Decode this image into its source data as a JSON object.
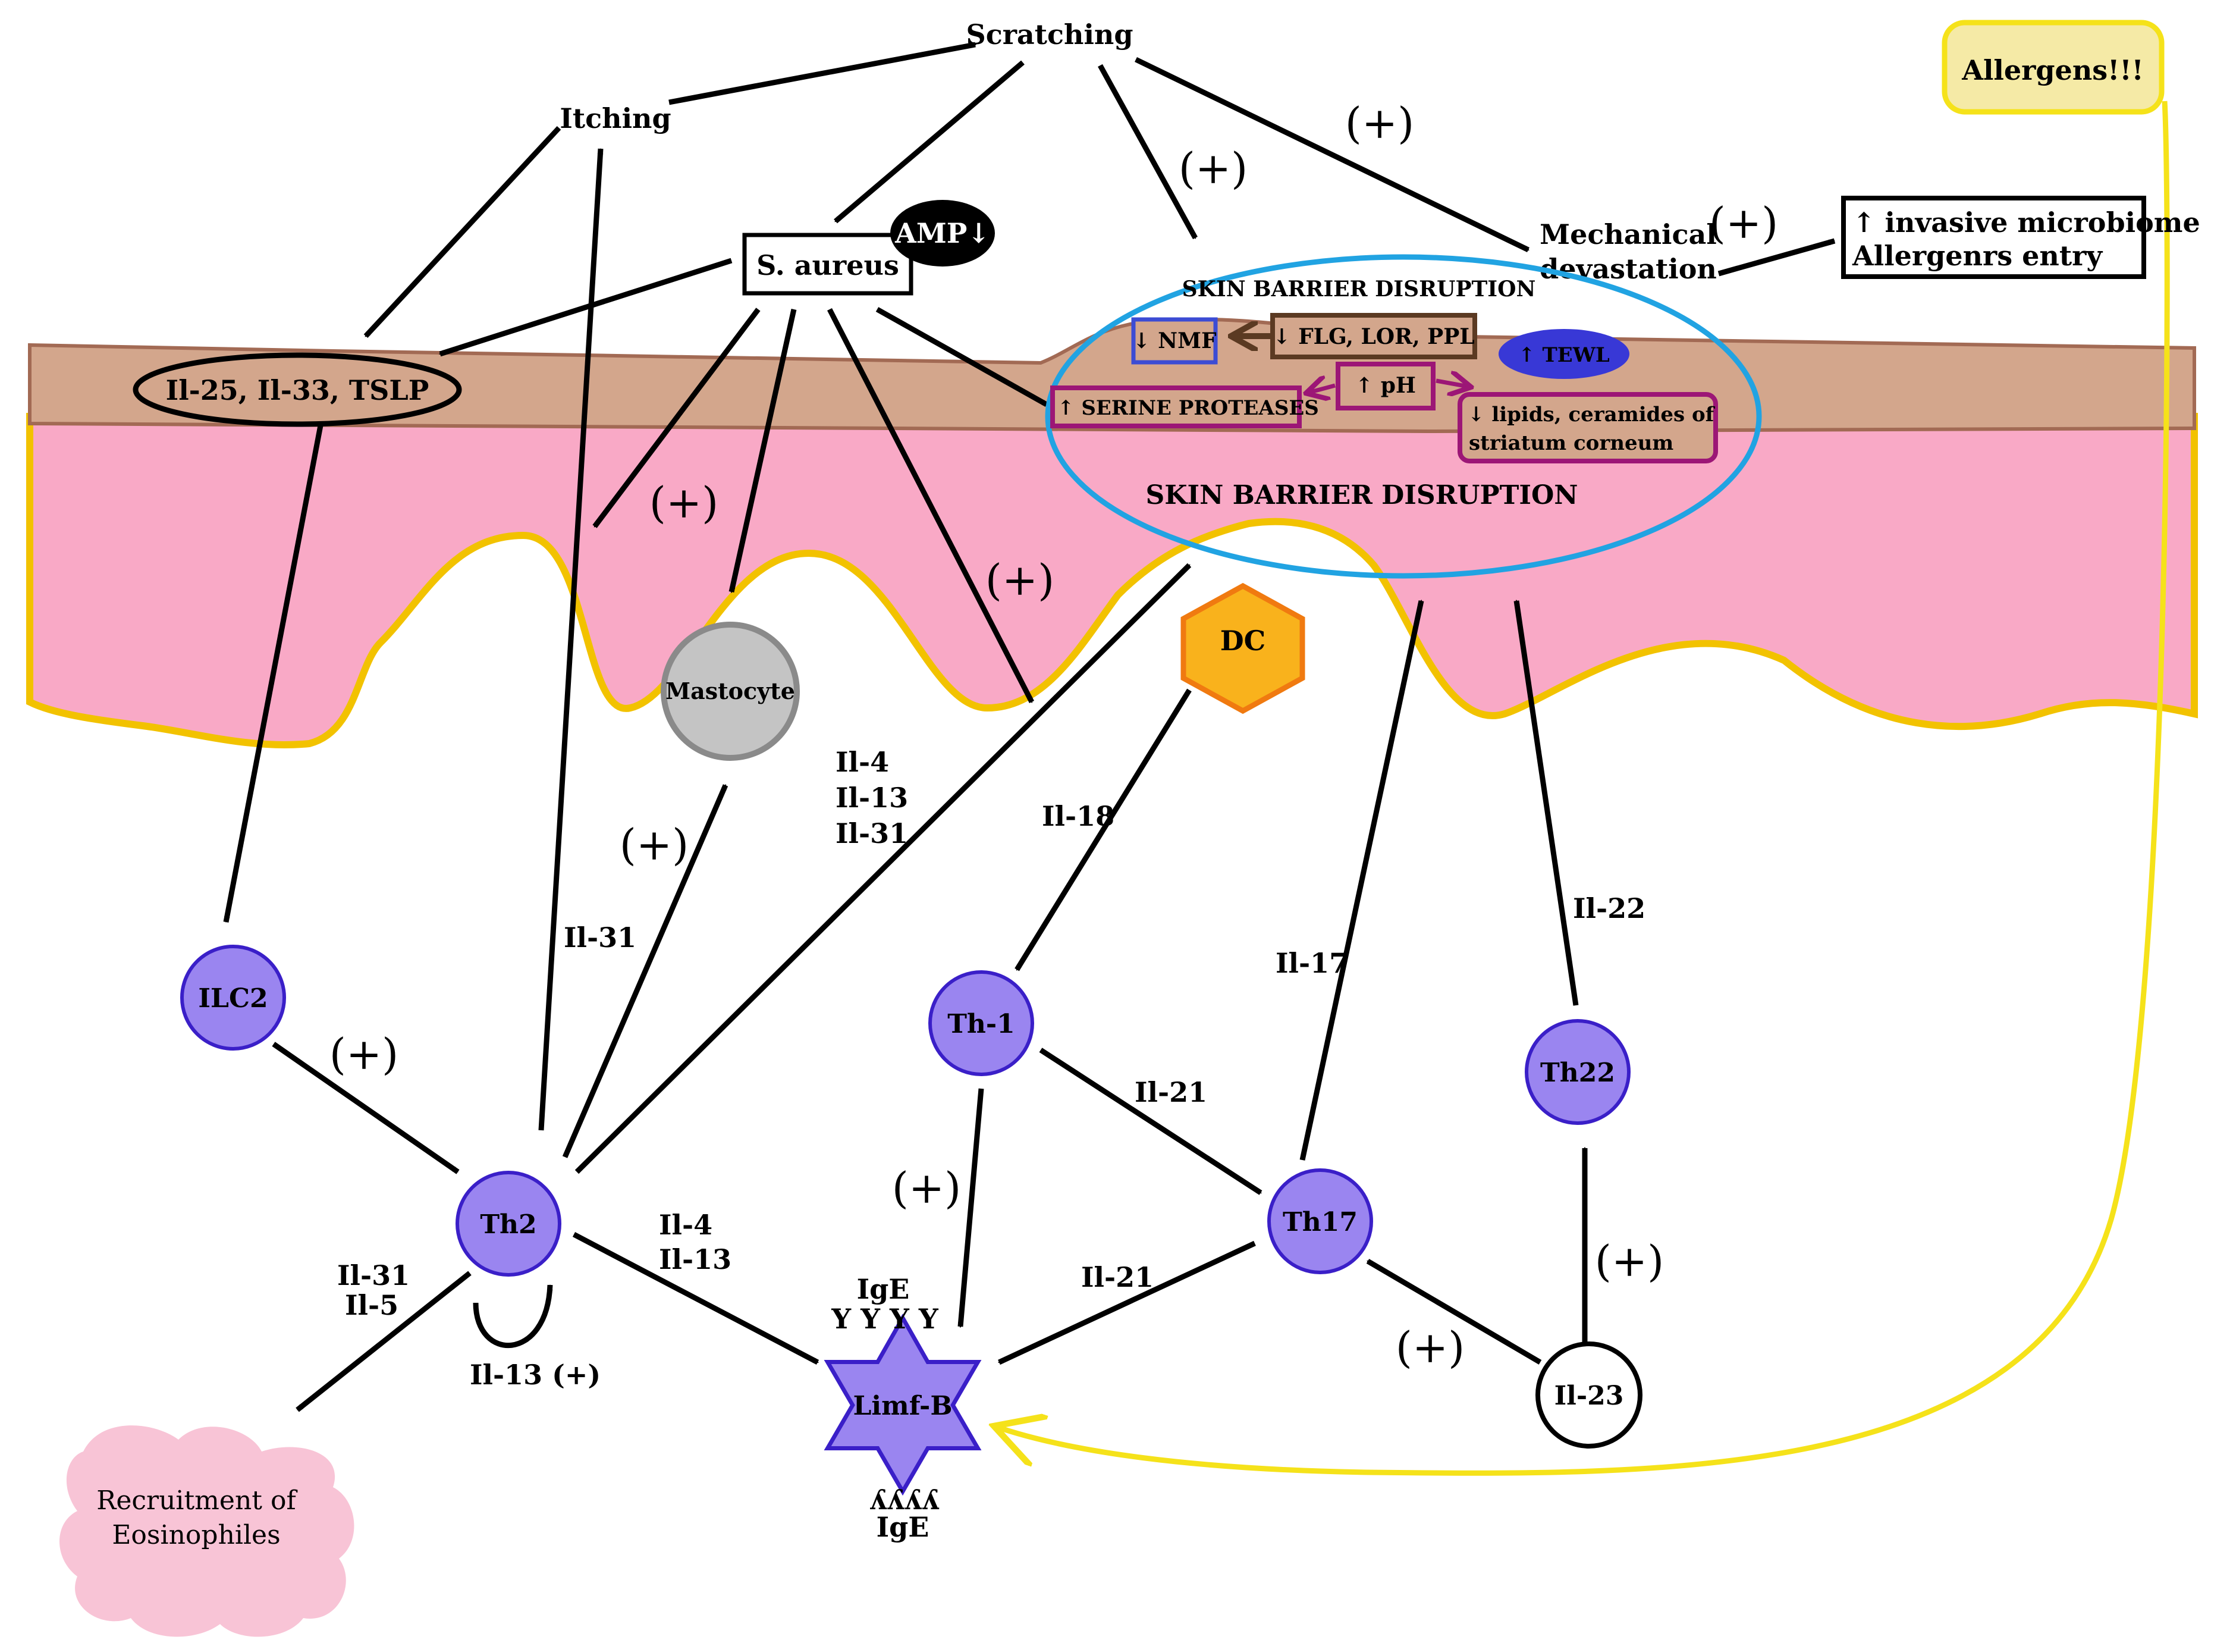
{
  "colors": {
    "skin_top": "#d3a68c",
    "dermis": "#f9a9c6",
    "border": "#f2c200",
    "cell_fill": "#9a85f0",
    "cell_stroke": "#3a1fc8",
    "barrier_ellipse": "#21a3e2",
    "magenta_box": "#9c1676",
    "brown_box": "#5b3a22",
    "nmf_box": "#3c4cd4",
    "tewl_fill": "#3838d6",
    "dc_fill": "#f9b21c",
    "dc_stroke": "#f07a10",
    "mastocyte_fill": "#c4c4c4",
    "eosin_fill": "#f8c4d6",
    "allergen_fill": "#f5eaa6",
    "allergen_stroke": "#f5e21a"
  },
  "top": {
    "scratching": "Scratching",
    "itching": "Itching",
    "s_aureus": "S. aureus",
    "amp": "AMP↓",
    "mech_line1": "Mechanical",
    "mech_line2": "devastation",
    "invasive_line1": "↑ invasive microbiome",
    "invasive_line2": "Allergenrs entry",
    "allergens": "Allergens!!!"
  },
  "skin": {
    "cytokines": "Il-25, Il-33, TSLP",
    "barrier_title_small": "SKIN BARRIER DISRUPTION",
    "barrier_title_big": "SKIN BARRIER DISRUPTION",
    "nmf": "↓ NMF",
    "flg": "↓ FLG, LOR, PPL",
    "tewl": "↑ TEWL",
    "ph": "↑ pH",
    "serine": "↑ SERINE PROTEASES",
    "lipids_line1": "↓ lipids, ceramides of",
    "lipids_line2": "striatum corneum"
  },
  "cells": {
    "mastocyte": "Mastocyte",
    "dc": "DC",
    "ilc2": "ILC2",
    "th2": "Th2",
    "th1": "Th-1",
    "th17": "Th17",
    "th22": "Th22",
    "il23": "Il-23",
    "limf_b": "Limf-B",
    "eosinophiles_line1": "Recruitment of",
    "eosinophiles_line2": "Eosinophiles"
  },
  "labels": {
    "plus": "(+)",
    "il4": "Il-4",
    "il13": "Il-13",
    "il31": "Il-31",
    "il18": "Il-18",
    "il17": "Il-17",
    "il22": "Il-22",
    "il21": "Il-21",
    "il5": "Il-5",
    "il13_plus": "Il-13 (+)",
    "ige": "IgE",
    "ige_y": "Y Y Y Y",
    "ige_inv": "ʎʎʎʎ"
  }
}
